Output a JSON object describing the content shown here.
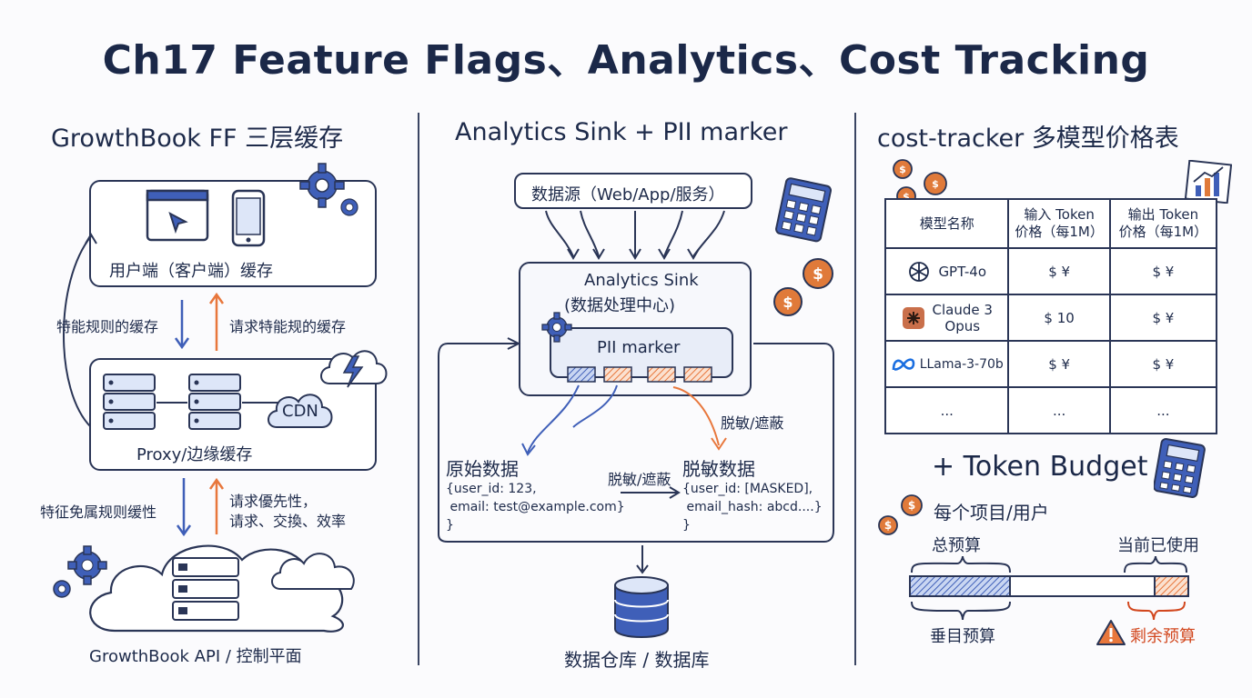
{
  "title": "Ch17 Feature Flags、Analytics、Cost Tracking",
  "sections": {
    "left": {
      "title": "GrowthBook FF 三层缓存",
      "client_label": "用户端（客户端）缓存",
      "arrow_left_top": "特能规则的缓存",
      "arrow_right_top": "请求特能规的缓存",
      "proxy_label": "Proxy/边缘缓存",
      "cdn_label": "CDN",
      "arrow_left_bottom": "特征免属规则缓性",
      "arrow_right_bottom_1": "请求優先性，",
      "arrow_right_bottom_2": "请求、交換、效率",
      "api_label": "GrowthBook API / 控制平面"
    },
    "middle": {
      "title": "Analytics Sink + PII marker",
      "source_label": "数据源（Web/App/服务）",
      "sink_label_1": "Analytics Sink",
      "sink_label_2": "(数据处理中心)",
      "pii_label": "PII marker",
      "mask_label_upper": "脱敏/遮蔽",
      "raw_title": "原始数据",
      "raw_code": "{user_id: 123,\n email: test@example.com}\n}",
      "mask_label_mid": "脱敏/遮蔽",
      "masked_title": "脱敏数据",
      "masked_code": "{user_id: [MASKED],\n email_hash: abcd....}\n}",
      "warehouse_label": "数据仓库 / 数据库"
    },
    "right": {
      "title": "cost-tracker 多模型价格表",
      "table": {
        "headers": [
          "模型名称",
          "输入 Token\n价格（每1M）",
          "输出 Token\n价格（每1M）"
        ],
        "rows": [
          {
            "model": "GPT-4o",
            "input": "$ ¥",
            "output": "$ ¥"
          },
          {
            "model": "Claude 3\nOpus",
            "input": "$ 10",
            "output": "$ ¥"
          },
          {
            "model": "LLama-3-70b",
            "input": "$ ¥",
            "output": "$ ¥"
          },
          {
            "model": "...",
            "input": "...",
            "output": "..."
          }
        ]
      },
      "budget_title": "+ Token Budget",
      "budget_scope": "每个项目/用户",
      "total_budget": "总预算",
      "current_used": "当前已使用",
      "item_budget": "垂目预算",
      "remaining": "剩余预算",
      "used_fraction": 0.12,
      "blue_fraction": 0.36
    }
  },
  "icons": [
    "gear-icon",
    "browser-icon",
    "cursor-icon",
    "phone-icon",
    "server-icon",
    "cdn-cloud-icon",
    "lightning-cloud-icon",
    "cloud-icon",
    "calculator-icon",
    "coin-icon",
    "database-icon",
    "openai-icon",
    "claude-icon",
    "meta-icon",
    "chart-icon",
    "warning-icon"
  ],
  "colors": {
    "ink": "#2a3556",
    "blue": "#3f5fb8",
    "orange": "#e8773c",
    "coin": "#e07a3a",
    "warning": "#d2481f"
  }
}
